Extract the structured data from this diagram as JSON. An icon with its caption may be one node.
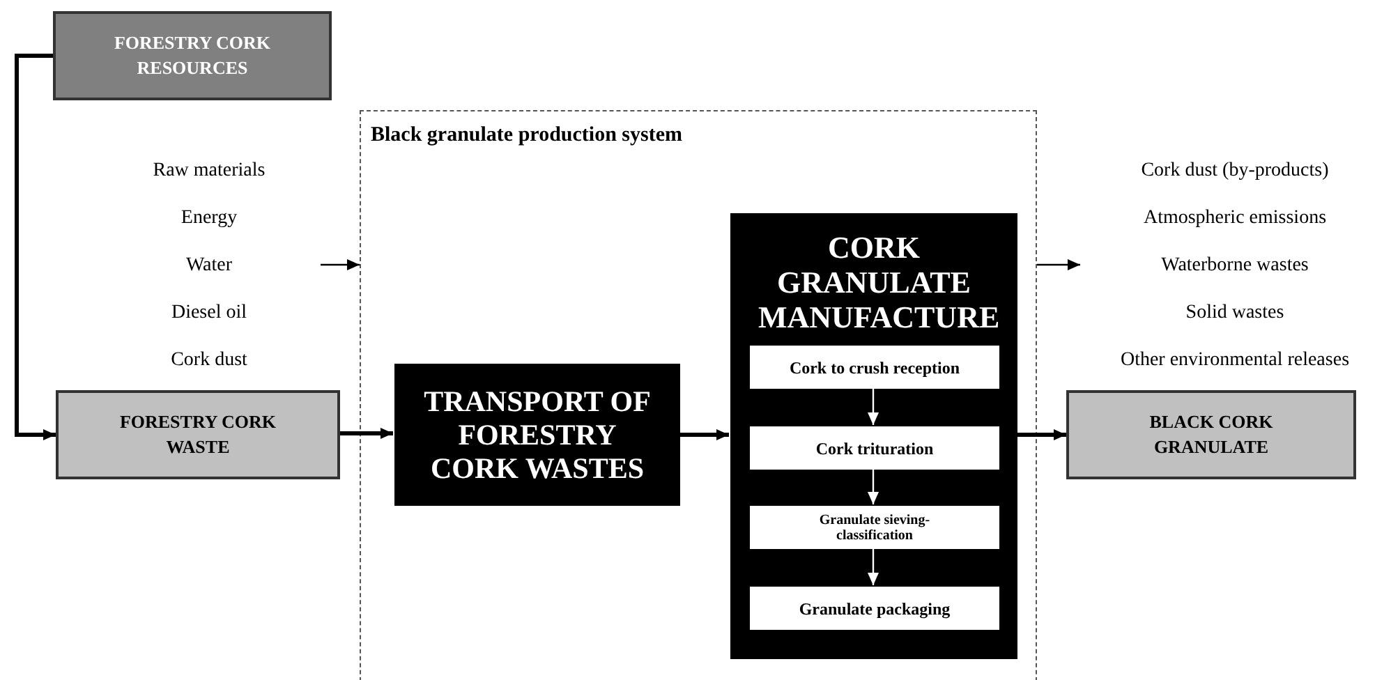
{
  "diagram": {
    "nodes": [
      {
        "text": [
          "FORESTRY CORK RESOURCES"
        ]
      },
      {
        "text": [
          "Black granulate production system"
        ]
      },
      {
        "text": [
          "Raw materials",
          "Energy",
          "Water",
          "Diesel oil",
          "Cork dust"
        ]
      },
      {
        "text": [
          "FORESTRY CORK WASTE"
        ]
      },
      {
        "text": [
          "TRANSPORT OF FORESTRY CORK WASTES"
        ],
        "in": 1
      },
      {
        "text": [
          "CORK GRANULATE MANUFACTURE"
        ],
        "in": 1
      },
      {
        "text": [
          "Cork to crush reception"
        ],
        "in": 5
      },
      {
        "text": [
          "Cork trituration"
        ],
        "in": 5
      },
      {
        "text": [
          "Granulate sieving-classification"
        ],
        "in": 5
      },
      {
        "text": [
          "Granulate packaging"
        ],
        "in": 5
      },
      {
        "text": [
          "Cork dust (by-products)",
          "Atmospheric emissions",
          "Waterborne wastes",
          "Solid wastes",
          "Other environmental releases"
        ]
      },
      {
        "text": [
          "BLACK CORK GRANULATE"
        ]
      }
    ],
    "edges": [
      {
        "from": 0,
        "to": 3,
        "arrow": "to",
        "style": "thick"
      },
      {
        "from": 2,
        "to": 1,
        "arrow": "to"
      },
      {
        "from": 3,
        "to": 4,
        "arrow": "to",
        "style": "thick"
      },
      {
        "from": 4,
        "to": 5,
        "arrow": "to",
        "style": "thick"
      },
      {
        "from": 5,
        "to": 11,
        "arrow": "to",
        "style": "thick"
      },
      {
        "from": 6,
        "to": 7,
        "arrow": "to",
        "color": "#ffffff"
      },
      {
        "from": 7,
        "to": 8,
        "arrow": "to",
        "color": "#ffffff"
      },
      {
        "from": 8,
        "to": 9,
        "arrow": "to",
        "color": "#ffffff"
      },
      {
        "from": 1,
        "to": 10,
        "arrow": "to"
      }
    ]
  }
}
